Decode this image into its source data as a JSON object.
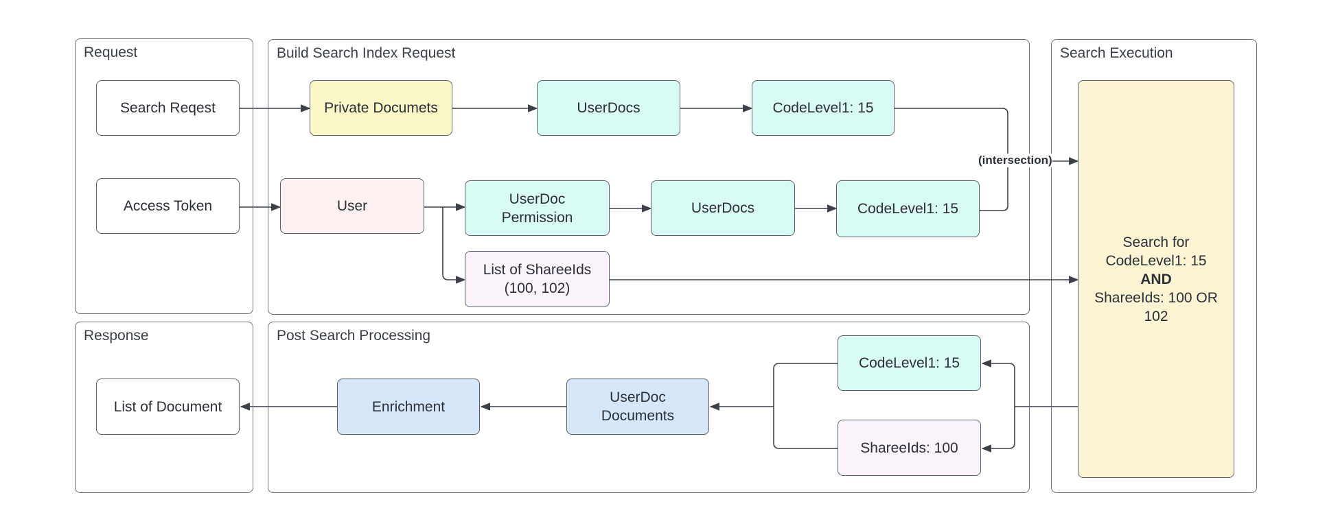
{
  "panels": {
    "request": "Request",
    "build": "Build Search Index Request",
    "execution": "Search Execution",
    "response": "Response",
    "post": "Post Search Processing"
  },
  "nodes": {
    "search_request": "Search Reqest",
    "access_token": "Access Token",
    "private_documents": "Private Documets",
    "userdocs_top": "UserDocs",
    "codelevel_top": "CodeLevel1: 15",
    "user": "User",
    "userdoc_permission": [
      "UserDoc",
      "Permission"
    ],
    "userdocs_mid": "UserDocs",
    "codelevel_mid": "CodeLevel1: 15",
    "share_ids_list": [
      "List of ShareeIds",
      "(100, 102)"
    ],
    "search_for": [
      "Search for",
      "CodeLevel1: 15",
      "AND",
      "ShareeIds: 100 OR",
      "102"
    ],
    "codelevel_result": "CodeLevel1: 15",
    "sharee_ids_result": "ShareeIds: 100",
    "userdoc_documents": [
      "UserDoc",
      "Documents"
    ],
    "enrichment": "Enrichment",
    "list_of_document": "List of Document"
  },
  "edge_labels": {
    "intersection": "(intersection)"
  },
  "colors": {
    "white": "#ffffff",
    "yellow": "#fbf8c8",
    "cyan": "#d9fbf6",
    "pink": "#fdf2f1",
    "lavender": "#fbf3fc",
    "blue": "#d6e7fa",
    "cream": "#fdf4d3",
    "stroke": "#4a4f57"
  }
}
